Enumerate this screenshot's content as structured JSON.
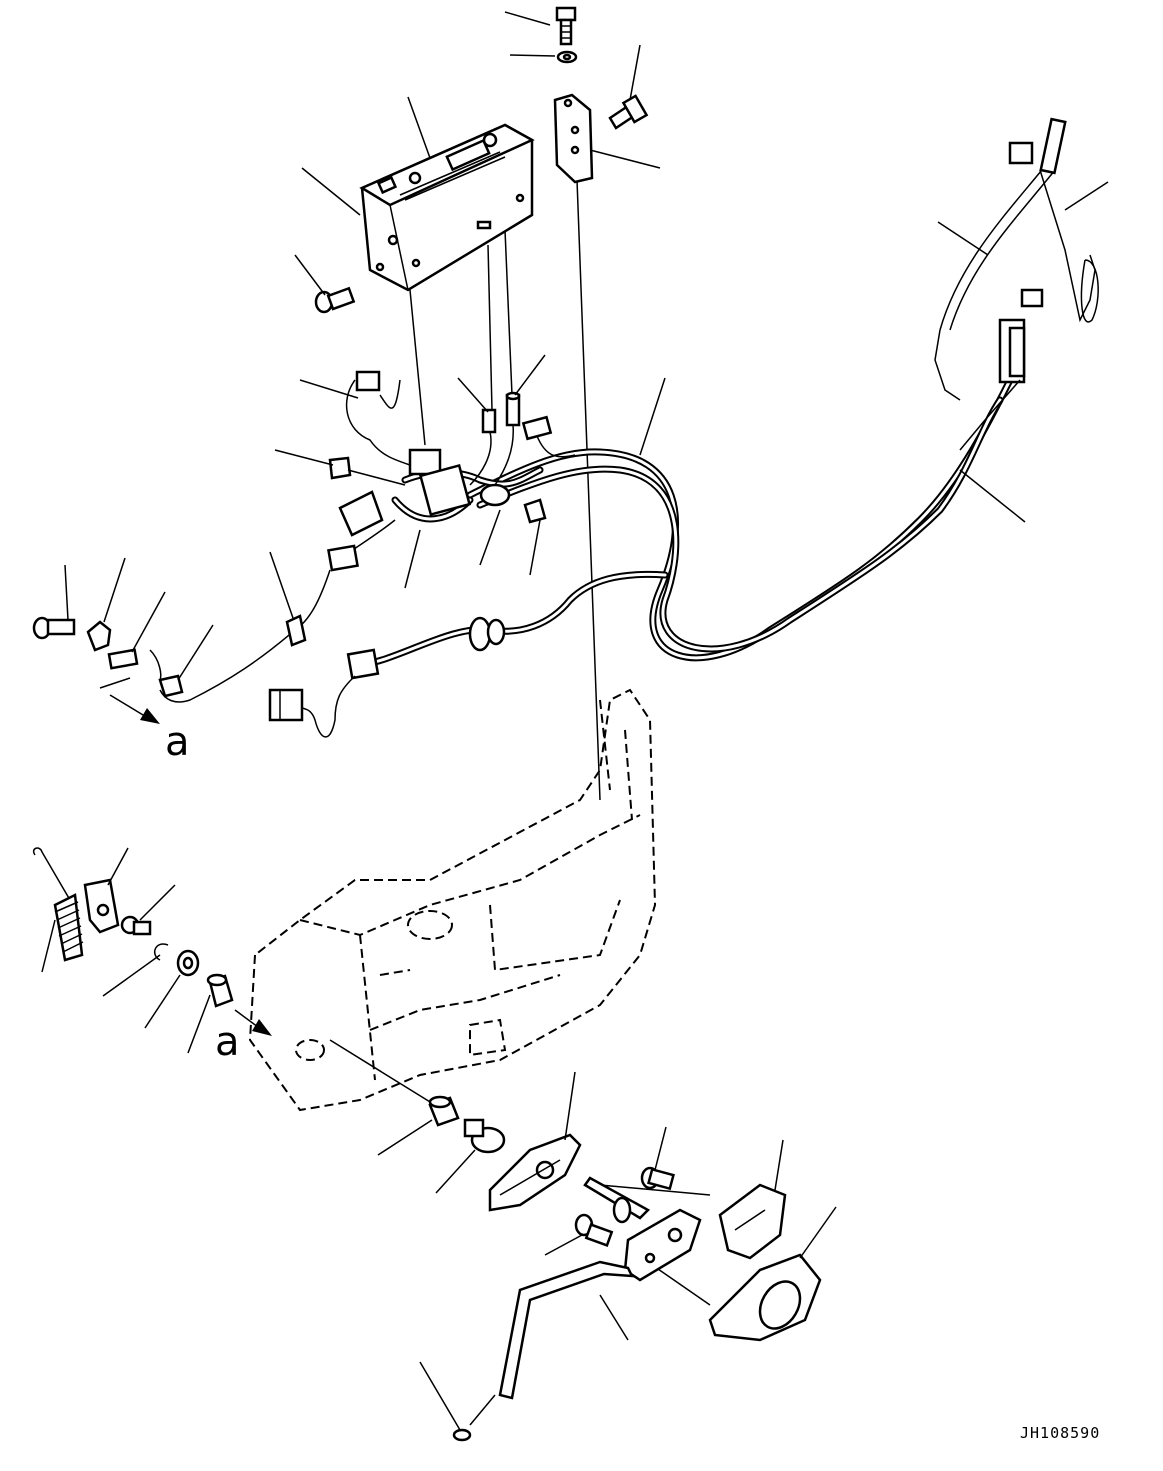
{
  "diagram": {
    "drawing_code": "JH108590",
    "view_arrow_label": "a",
    "view_arrow_label_target": "a"
  }
}
